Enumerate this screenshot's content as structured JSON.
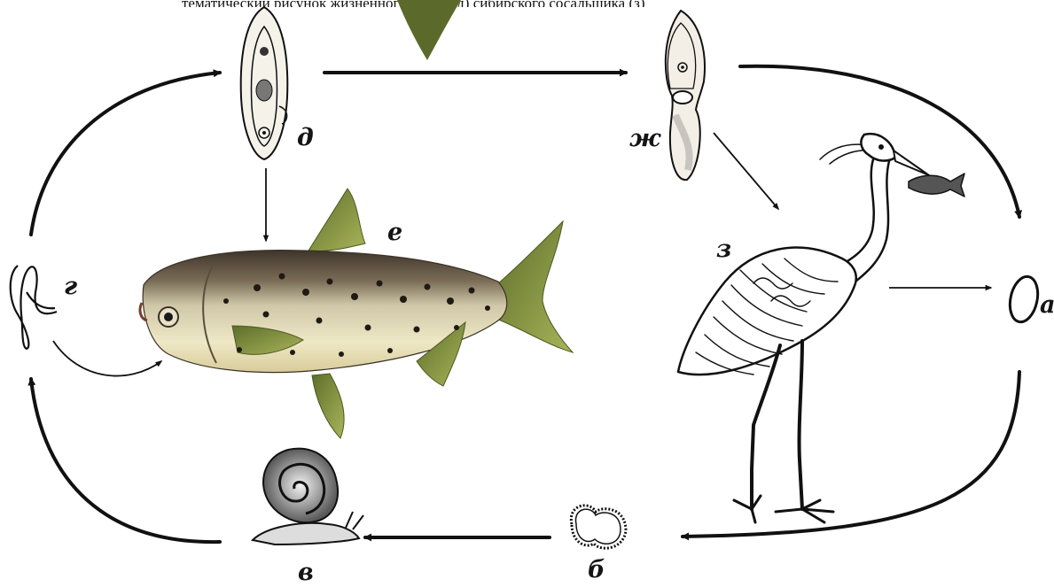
{
  "caption": "тематический рисунок жизненного цикла (д) сибирского сосальщика (з)",
  "colors": {
    "arrow": "#111111",
    "ink": "#151515",
    "fish_back": "#4a3f33",
    "fish_belly": "#efe8c4",
    "fin": "#8a9a44",
    "larva_fill": "#f4f1ea"
  },
  "stages": {
    "egg": "а",
    "miracidium": "б",
    "snail": "в",
    "cercaria": "г",
    "metacercaria": "д",
    "fish": "е",
    "adult_worm": "ж",
    "heron": "з"
  }
}
